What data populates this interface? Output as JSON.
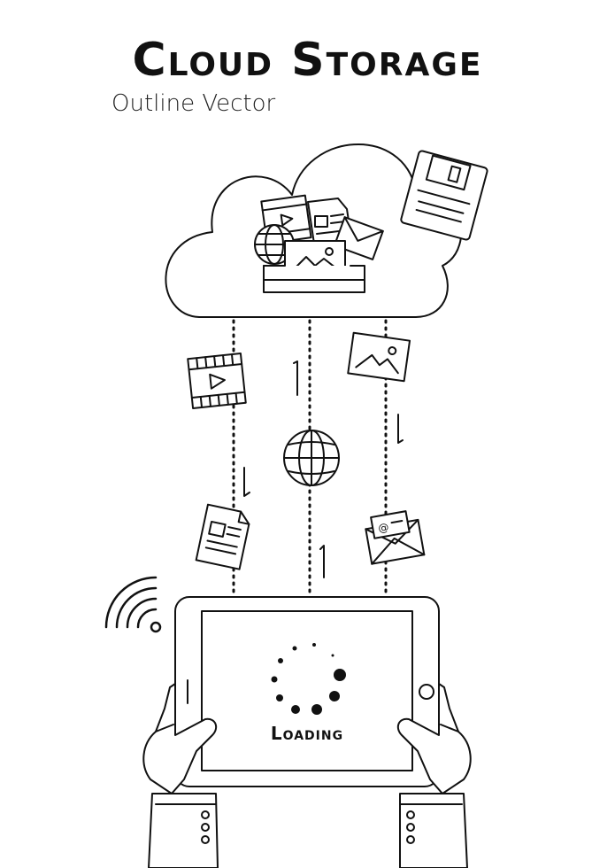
{
  "title": "Cloud Storage",
  "subtitle": "Outline Vector",
  "loading": {
    "label": "Loading"
  },
  "icons": [
    "floppy-disk-icon",
    "film-strip-icon",
    "document-icon",
    "globe-icon",
    "envelope-icon",
    "image-icon",
    "folder-tray-icon",
    "wifi-icon",
    "tablet-icon",
    "loading-spinner-icon",
    "arrow-up-icon",
    "arrow-down-icon"
  ],
  "colors": {
    "ink": "#111111",
    "background": "#ffffff"
  }
}
